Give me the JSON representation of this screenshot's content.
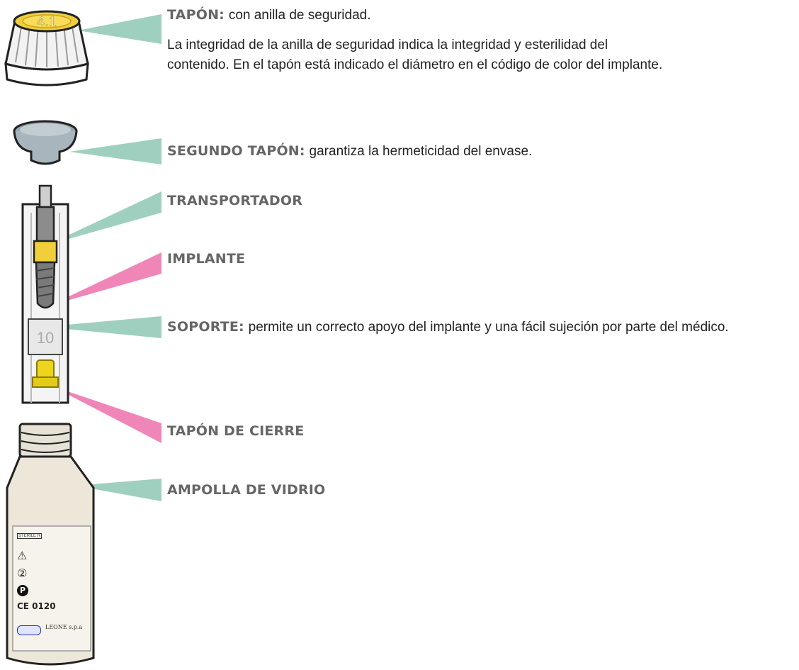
{
  "components": [
    {
      "title": "TAPÓN:",
      "text": "con anilla de seguridad.",
      "detail_lines": [
        "La integridad de la anilla de seguridad indica la integridad y esterilidad del",
        "contenido. En el tapón está indicado el diámetro en el código de color del implante."
      ],
      "pointer_color": "#9fcfbf"
    },
    {
      "title": "SEGUNDO TAPÓN:",
      "text": "garantiza la hermeticidad del envase.",
      "pointer_color": "#9fcfbf"
    },
    {
      "title": "TRANSPORTADOR",
      "text": "",
      "pointer_color": "#9fcfbf"
    },
    {
      "title": "IMPLANTE",
      "text": "",
      "pointer_color": "#ef86b7"
    },
    {
      "title": "SOPORTE:",
      "text": "permite un correcto apoyo del implante y una fácil sujeción por parte del médico.",
      "pointer_color": "#9fcfbf"
    },
    {
      "title": "TAPÓN DE CIERRE",
      "text": "",
      "pointer_color": "#ef86b7"
    },
    {
      "title": "AMPOLLA DE VIDRIO",
      "text": "",
      "pointer_color": "#9fcfbf"
    }
  ],
  "illustration": {
    "cap_number": "4.1",
    "support_number": "10",
    "label_marks": [
      "STERILE R",
      "⚠",
      "②",
      "P",
      "CE 0120"
    ],
    "brand": "LEONE s.p.a"
  },
  "colors": {
    "green_pointer": "#9fcfbf",
    "pink_pointer": "#ef86b7",
    "heading": "#666666",
    "cap_yellow": "#f1cf3c"
  }
}
